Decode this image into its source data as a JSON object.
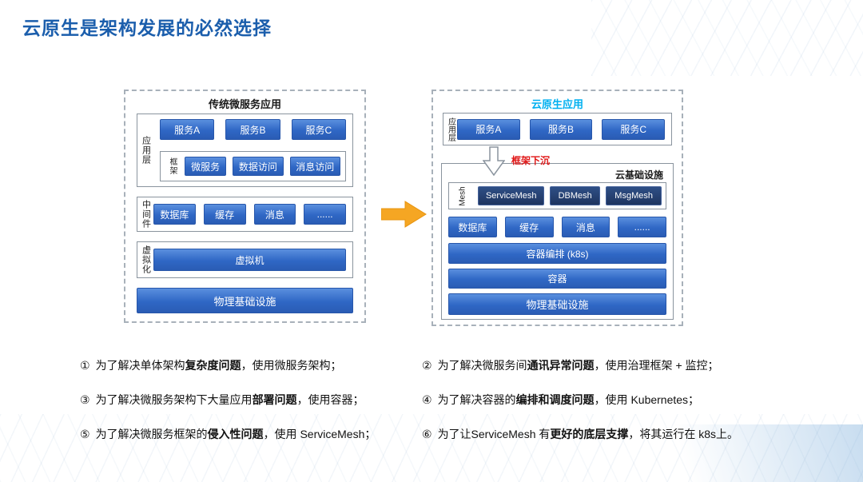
{
  "title": "云原生是架构发展的必然选择",
  "colors": {
    "title_blue": "#1b5eac",
    "box_blue": "#2f67c5",
    "mesh_navy": "#1f3560",
    "cloud_native_cyan": "#00b0f0",
    "sink_red": "#e01414",
    "arrow_orange": "#f5a623"
  },
  "left_diagram": {
    "title": "传统微服务应用",
    "app_layer_label": "应用层",
    "services": [
      "服务A",
      "服务B",
      "服务C"
    ],
    "framework_label": "框架",
    "framework_items": [
      "微服务",
      "数据访问",
      "消息访问"
    ],
    "middleware_label": "中间件",
    "middleware_items": [
      "数据库",
      "缓存",
      "消息",
      "......"
    ],
    "virtualization_label": "虚拟化",
    "vm_label": "虚拟机",
    "physical_label": "物理基础设施"
  },
  "right_diagram": {
    "title": "云原生应用",
    "app_layer_label": "应用层",
    "services": [
      "服务A",
      "服务B",
      "服务C"
    ],
    "sink_label": "框架下沉",
    "cloud_infra_label": "云基础设施",
    "mesh_label": "Mesh",
    "mesh_items": [
      "ServiceMesh",
      "DBMesh",
      "MsgMesh"
    ],
    "middleware_items": [
      "数据库",
      "缓存",
      "消息",
      "......"
    ],
    "orchestration_label": "容器编排 (k8s)",
    "container_label": "容器",
    "physical_label": "物理基础设施"
  },
  "notes": [
    {
      "num": "①",
      "pre": "为了解决单体架构",
      "bold": "复杂度问题",
      "post": "，使用微服务架构；"
    },
    {
      "num": "②",
      "pre": "为了解决微服务间",
      "bold": "通讯异常问题",
      "post": "，使用治理框架 + 监控；"
    },
    {
      "num": "③",
      "pre": "为了解决微服务架构下大量应用",
      "bold": "部署问题",
      "post": "，使用容器；"
    },
    {
      "num": "④",
      "pre": "为了解决容器的",
      "bold": "编排和调度问题",
      "post": "，使用 Kubernetes；"
    },
    {
      "num": "⑤",
      "pre": "为了解决微服务框架的",
      "bold": "侵入性问题",
      "post": "，使用 ServiceMesh；"
    },
    {
      "num": "⑥",
      "pre": "为了让ServiceMesh 有",
      "bold": "更好的底层支撑",
      "post": "，将其运行在 k8s上。"
    }
  ]
}
